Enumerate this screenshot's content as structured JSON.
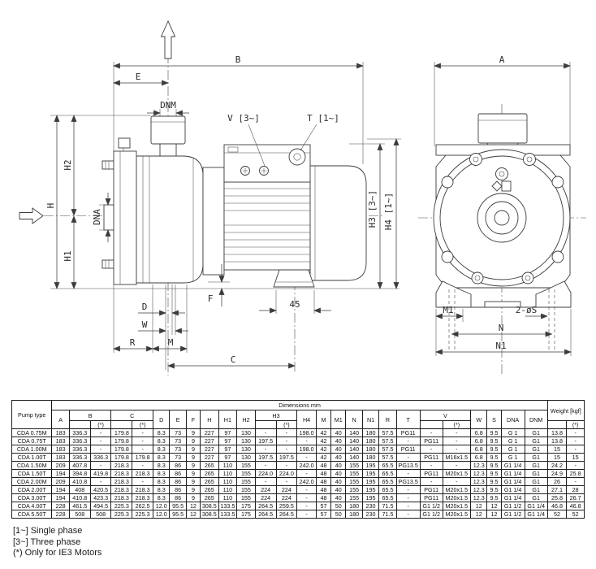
{
  "page": {
    "background": "#ffffff",
    "line_color": "#3c3c3c",
    "text_color": "#1a1a1a"
  },
  "drawing": {
    "side_view": {
      "labels": {
        "b": "B",
        "e": "E",
        "dnm": "DNM",
        "v_gland": "V [3~]",
        "t_gland": "T [1~]",
        "h": "H",
        "h2": "H2",
        "h1": "H1",
        "dna": "DNA",
        "f": "F",
        "d": "D",
        "w": "W",
        "r": "R",
        "m": "M",
        "c": "C",
        "foot_width": "45"
      }
    },
    "front_view": {
      "labels": {
        "a": "A",
        "h3": "H3 [3~]",
        "h4": "H4 [1~]",
        "m1": "M1",
        "bolt_holes": "2-øS",
        "n": "N",
        "n1": "N1"
      }
    }
  },
  "table": {
    "header": {
      "pump_type": "Pump type",
      "dimensions": "Dimensions mm",
      "weight": "Weight [kgf]",
      "star": "(*)",
      "groups": {
        "b": "B",
        "c": "C",
        "h3": "H3",
        "v": "V"
      },
      "cols": {
        "a": "A",
        "d": "D",
        "e": "E",
        "f": "F",
        "h": "H",
        "h1": "H1",
        "h2": "H2",
        "h4": "H4",
        "m": "M",
        "m1": "M1",
        "n": "N",
        "n1": "N1",
        "r": "R",
        "t": "T",
        "w": "W",
        "s": "S",
        "dna": "DNA",
        "dnm": "DNM"
      }
    },
    "rows": [
      {
        "type": "CDA 0.75M",
        "values": [
          "183",
          "336.3",
          "-",
          "179.8",
          "-",
          "8.3",
          "73",
          "9",
          "227",
          "97",
          "130",
          "-",
          "-",
          "198.0",
          "42",
          "40",
          "140",
          "180",
          "57.5",
          "PG11",
          "-",
          "-",
          "6.8",
          "9.5",
          "G 1",
          "G1",
          "13.8",
          "-"
        ]
      },
      {
        "type": "CDA 0.75T",
        "values": [
          "183",
          "336.3",
          "-",
          "179.8",
          "-",
          "8.3",
          "73",
          "9",
          "227",
          "97",
          "130",
          "197.5",
          "-",
          "-",
          "42",
          "40",
          "140",
          "180",
          "57.5",
          "-",
          "PG11",
          "-",
          "6.8",
          "9.5",
          "G 1",
          "G1",
          "13.8",
          "-"
        ]
      },
      {
        "type": "CDA 1.00M",
        "values": [
          "183",
          "336.3",
          "-",
          "179.8",
          "-",
          "8.3",
          "73",
          "9",
          "227",
          "97",
          "130",
          "-",
          "-",
          "198.0",
          "42",
          "40",
          "140",
          "180",
          "57.5",
          "PG11",
          "-",
          "-",
          "6.8",
          "9.5",
          "G 1",
          "G1",
          "15",
          "-"
        ]
      },
      {
        "type": "CDA 1.00T",
        "values": [
          "183",
          "336.3",
          "336.3",
          "179.8",
          "179.8",
          "8.3",
          "73",
          "9",
          "227",
          "97",
          "130",
          "197.5",
          "197.5",
          "-",
          "42",
          "40",
          "140",
          "180",
          "57.5",
          "-",
          "PG11",
          "M16x1.5",
          "6.8",
          "9.5",
          "G 1",
          "G1",
          "15",
          "15"
        ]
      },
      {
        "type": "CDA 1.50M",
        "values": [
          "209",
          "407.8",
          "-",
          "218.3",
          "-",
          "8.3",
          "86",
          "9",
          "265",
          "110",
          "155",
          "-",
          "-",
          "242.0",
          "48",
          "40",
          "155",
          "195",
          "65.5",
          "PG13.5",
          "-",
          "-",
          "12.3",
          "9.5",
          "G1 1/4",
          "G1",
          "24.2",
          "-"
        ]
      },
      {
        "type": "CDA 1.50T",
        "values": [
          "194",
          "394.8",
          "419.8",
          "218.3",
          "218.3",
          "8.3",
          "86",
          "9",
          "265",
          "110",
          "155",
          "224.0",
          "224.0",
          "-",
          "48",
          "40",
          "155",
          "195",
          "65.5",
          "-",
          "PG11",
          "M20x1.5",
          "12.3",
          "9.5",
          "G1 1/4",
          "G1",
          "24.9",
          "25.8"
        ]
      },
      {
        "type": "CDA 2.00M",
        "values": [
          "209",
          "410.8",
          "-",
          "218.3",
          "-",
          "8.3",
          "86",
          "9",
          "265",
          "110",
          "155",
          "-",
          "-",
          "242.0",
          "48",
          "40",
          "155",
          "195",
          "65.5",
          "PG13.5",
          "-",
          "-",
          "12.3",
          "9.5",
          "G1 1/4",
          "G1",
          "26",
          "-"
        ]
      },
      {
        "type": "CDA 2.00T",
        "values": [
          "194",
          "408",
          "420.5",
          "218.3",
          "218.3",
          "8.3",
          "86",
          "9",
          "265",
          "110",
          "155",
          "224",
          "224",
          "-",
          "48",
          "40",
          "155",
          "195",
          "65.5",
          "-",
          "PG11",
          "M20x1.5",
          "12.3",
          "9.5",
          "G1 1/4",
          "G1",
          "27.1",
          "28"
        ]
      },
      {
        "type": "CDA 3.00T",
        "values": [
          "194",
          "410.8",
          "423.3",
          "218.3",
          "218.3",
          "8.3",
          "86",
          "9",
          "265",
          "110",
          "155",
          "224",
          "224",
          "-",
          "48",
          "40",
          "155",
          "195",
          "65.5",
          "-",
          "PG11",
          "M20x1.5",
          "12.3",
          "9.5",
          "G1 1/4",
          "G1",
          "25.8",
          "26.7"
        ]
      },
      {
        "type": "CDA 4.00T",
        "values": [
          "228",
          "461.5",
          "494.5",
          "225.3",
          "262.5",
          "12.0",
          "95.5",
          "12",
          "308.5",
          "133.5",
          "175",
          "264.5",
          "259.5",
          "-",
          "57",
          "50",
          "180",
          "230",
          "71.5",
          "-",
          "G1 1/2",
          "M20x1.5",
          "12",
          "12",
          "G1 1/2",
          "G1 1/4",
          "46.8",
          "46.8"
        ]
      },
      {
        "type": "CDA 5.50T",
        "values": [
          "228",
          "508",
          "508",
          "225.3",
          "225.3",
          "12.0",
          "95.5",
          "12",
          "308.5",
          "133.5",
          "175",
          "264.5",
          "264.5",
          "-",
          "57",
          "50",
          "180",
          "230",
          "71.5",
          "-",
          "G1 1/2",
          "M20x1.5",
          "12",
          "12",
          "G1 1/2",
          "G1 1/4",
          "52",
          "52"
        ]
      }
    ]
  },
  "notes": [
    "[1~] Single phase",
    "[3~] Three phase",
    "(*) Only for IE3 Motors"
  ]
}
